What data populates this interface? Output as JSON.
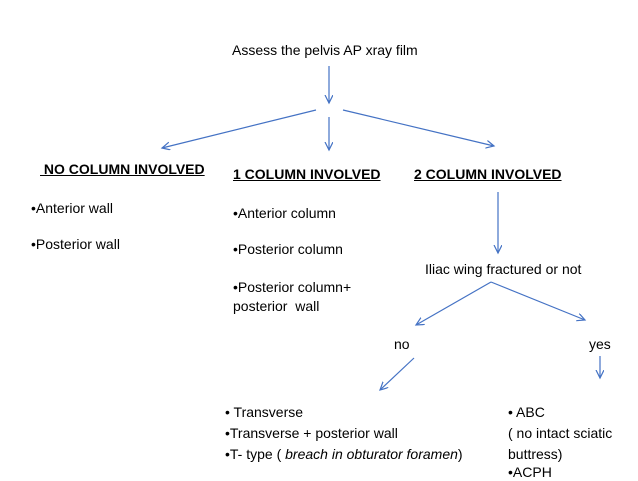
{
  "root": "Assess the pelvis AP xray film",
  "colors": {
    "arrow": "#4472c4",
    "text": "#000000"
  },
  "no_column": {
    "heading": " NO COLUMN INVOLVED",
    "items": [
      "•Anterior wall",
      "•Posterior wall"
    ]
  },
  "one_column": {
    "heading": "1 COLUMN INVOLVED",
    "items": [
      "•Anterior column",
      "•Posterior column",
      "•Posterior column+",
      "posterior  wall"
    ]
  },
  "two_column": {
    "heading": "2 COLUMN INVOLVED",
    "question": "Iliac wing fractured or not",
    "no_label": "no",
    "yes_label": "yes"
  },
  "no_branch": {
    "items": [
      "• Transverse",
      "•Transverse + posterior wall"
    ],
    "ttype_prefix": "•T- type ( ",
    "ttype_italic": "breach in obturator foramen",
    "ttype_suffix": ")"
  },
  "yes_branch": {
    "items": [
      "• ABC",
      "( no intact sciatic",
      "buttress)",
      "•ACPH"
    ]
  }
}
